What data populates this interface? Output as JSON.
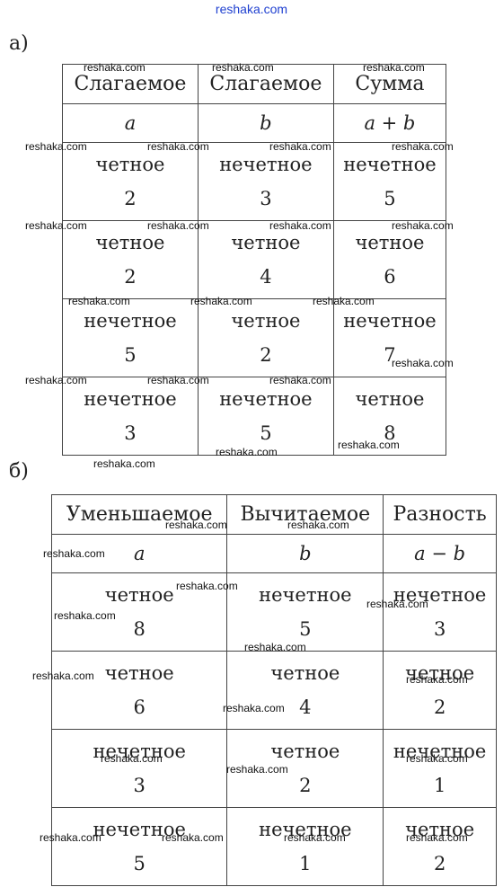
{
  "site": "reshaka.com",
  "part_a": {
    "label": "а)",
    "headers": [
      "Слагаемое",
      "Слагаемое",
      "Сумма"
    ],
    "vars": [
      "a",
      "b",
      "a + b"
    ],
    "rows": [
      [
        {
          "parity": "четное",
          "num": "2"
        },
        {
          "parity": "нечетное",
          "num": "3"
        },
        {
          "parity": "нечетное",
          "num": "5"
        }
      ],
      [
        {
          "parity": "четное",
          "num": "2"
        },
        {
          "parity": "четное",
          "num": "4"
        },
        {
          "parity": "четное",
          "num": "6"
        }
      ],
      [
        {
          "parity": "нечетное",
          "num": "5"
        },
        {
          "parity": "четное",
          "num": "2"
        },
        {
          "parity": "нечетное",
          "num": "7"
        }
      ],
      [
        {
          "parity": "нечетное",
          "num": "3"
        },
        {
          "parity": "нечетное",
          "num": "5"
        },
        {
          "parity": "четное",
          "num": "8"
        }
      ]
    ]
  },
  "part_b": {
    "label": "б)",
    "headers": [
      "Уменьшаемое",
      "Вычитаемое",
      "Разность"
    ],
    "vars": [
      "a",
      "b",
      "a − b"
    ],
    "rows": [
      [
        {
          "parity": "четное",
          "num": "8"
        },
        {
          "parity": "нечетное",
          "num": "5"
        },
        {
          "parity": "нечетное",
          "num": "3"
        }
      ],
      [
        {
          "parity": "четное",
          "num": "6"
        },
        {
          "parity": "четное",
          "num": "4"
        },
        {
          "parity": "четное",
          "num": "2"
        }
      ],
      [
        {
          "parity": "нечетное",
          "num": "3"
        },
        {
          "parity": "четное",
          "num": "2"
        },
        {
          "parity": "нечетное",
          "num": "1"
        }
      ],
      [
        {
          "parity": "нечетное",
          "num": "5"
        },
        {
          "parity": "нечетное",
          "num": "1"
        },
        {
          "parity": "четное",
          "num": "2"
        }
      ]
    ]
  },
  "watermark": "reshaka.com"
}
